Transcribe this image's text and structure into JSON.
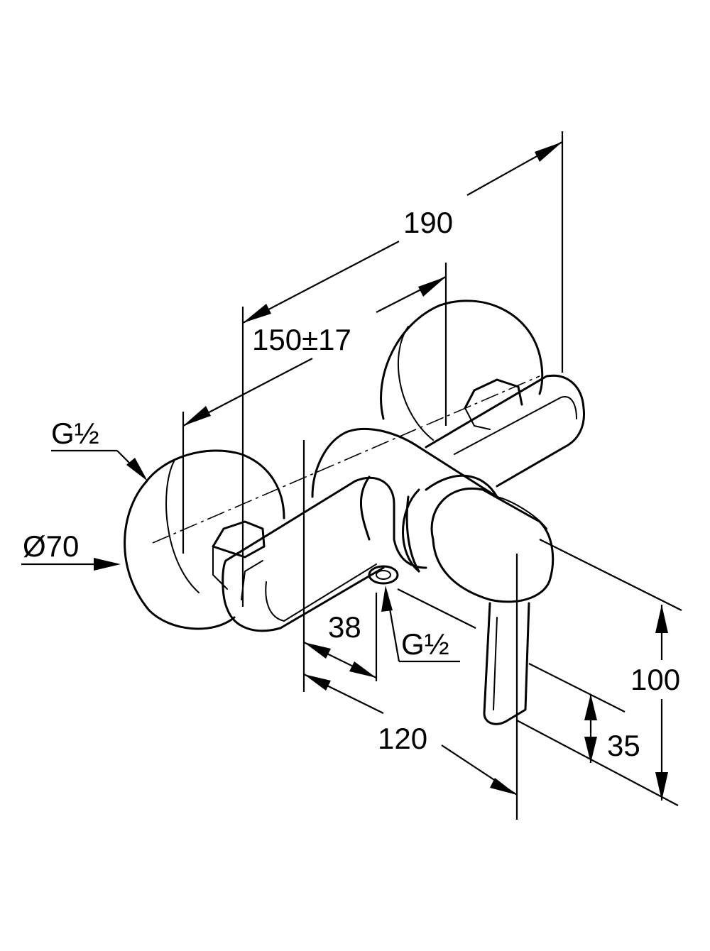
{
  "dimensions": {
    "overall_width": "190",
    "center_distance": "150±17",
    "inlet_left": "G½",
    "rosette_diameter": "Ø70",
    "depth_to_outlet": "38",
    "outlet_thread": "G½",
    "overall_depth": "120",
    "height": "100",
    "outlet_height": "35"
  },
  "colors": {
    "line": "#000000",
    "background": "#ffffff"
  }
}
